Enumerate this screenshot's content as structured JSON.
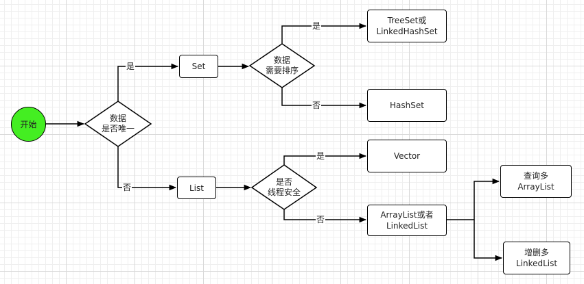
{
  "colors": {
    "start_fill": "#44ee22",
    "line": "#000000"
  },
  "nodes": {
    "start": "开始",
    "unique": "数据\n是否唯一",
    "set": "Set",
    "sort": "数据\n需要排序",
    "treeset": "TreeSet或\nLinkedHashSet",
    "hashset": "HashSet",
    "list": "List",
    "threadsafe": "是否\n线程安全",
    "vector": "Vector",
    "arraylist_or_linked": "ArrayList或者\nLinkedList",
    "query_more": "查询多\nArrayList",
    "insdel_more": "增删多\nLinkedList"
  },
  "edges": {
    "unique_yes": "是",
    "unique_no": "否",
    "sort_yes": "是",
    "sort_no": "否",
    "thread_yes": "是",
    "thread_no": "否"
  }
}
